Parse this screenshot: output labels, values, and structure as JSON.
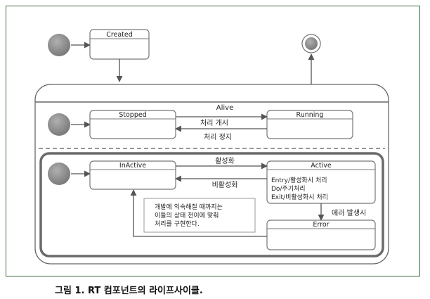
{
  "states": {
    "created": "Created",
    "stopped": "Stopped",
    "running": "Running",
    "inactive": "InActive",
    "active": "Active",
    "error": "Error"
  },
  "active_actions": [
    "Entry/활성화시 처리",
    "Do/주기처리",
    "Exit/비활성화시 처리"
  ],
  "superstate_label": "Alive",
  "transitions": {
    "start": "처리 개시",
    "stop": "처리 정지",
    "activate": "활성화",
    "deactivate": "비활성화",
    "error": "에러 발생시"
  },
  "note_lines": [
    "개발에 익숙해질 때까지는",
    "이들의 상태 천이에 맞춰",
    "처리를 구현한다."
  ],
  "caption": "그림 1. RT 컴포넌트의 라이프사이클.",
  "colors": {
    "border": "#6a6a6a",
    "frame": "#3a6a3a",
    "initial_fill": "#8a8a8a",
    "state_fill": "#ffffff"
  }
}
